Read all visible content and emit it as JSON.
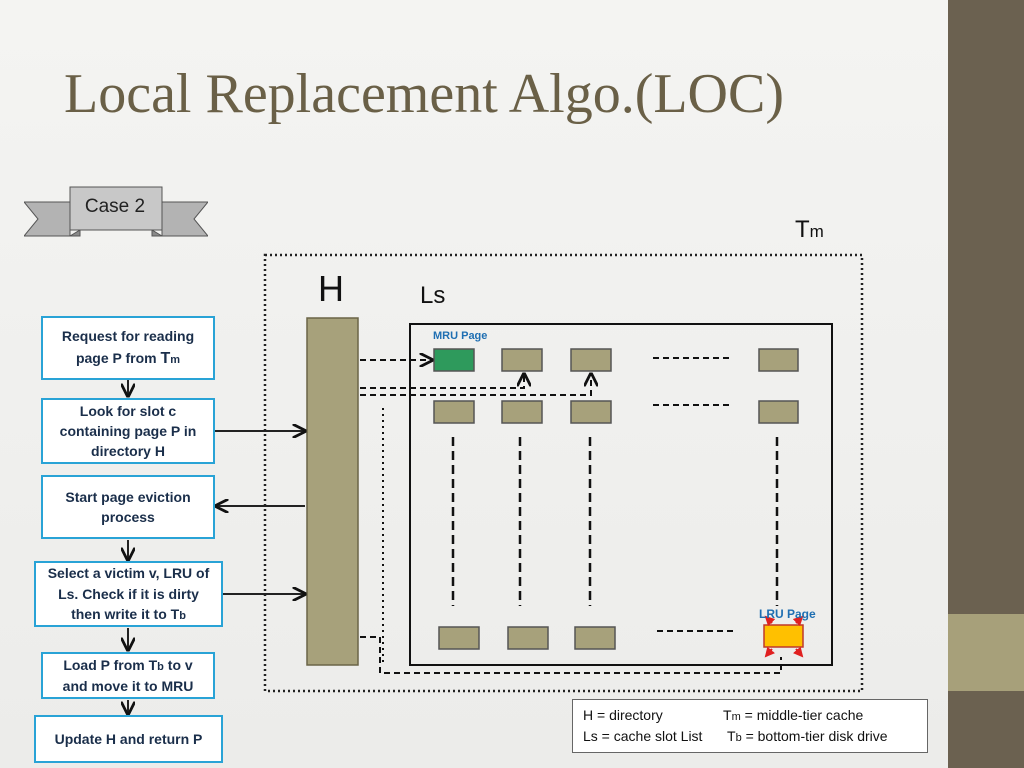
{
  "title": "Local Replacement Algo.(LOC)",
  "case_label": "Case 2",
  "labels": {
    "tm_main": "T",
    "tm_sub": "m",
    "h": "H",
    "ls": "Ls",
    "mru_page": "MRU Page",
    "lru_page": "LRU Page"
  },
  "steps": {
    "s1": {
      "pre": "Request for reading page P from ",
      "big": "T",
      "sub": "m"
    },
    "s2": {
      "text": "Look for slot c containing page P in directory H"
    },
    "s3": {
      "text": "Start page eviction process"
    },
    "s4": {
      "pre": "Select a victim v, LRU of Ls. Check if it is dirty then write it to T",
      "sub": "b"
    },
    "s5": {
      "pre": "Load P from T",
      "sub": "b",
      "post": " to v and move it to MRU"
    },
    "s6": {
      "text": "Update H and return P"
    }
  },
  "legend": {
    "h_def": "H = directory",
    "tm_pre": "T",
    "tm_sub": "m",
    "tm_post": " = middle-tier cache",
    "ls_def": "Ls = cache slot List",
    "tb_pre": "T",
    "tb_sub": "b",
    "tb_post": " = bottom-tier disk drive"
  },
  "colors": {
    "slot": "#a7a17b",
    "mru_slot": "#2e9a5c",
    "lru_slot": "#ffc000",
    "step_border": "#29a3d6",
    "title": "#6a6047"
  }
}
